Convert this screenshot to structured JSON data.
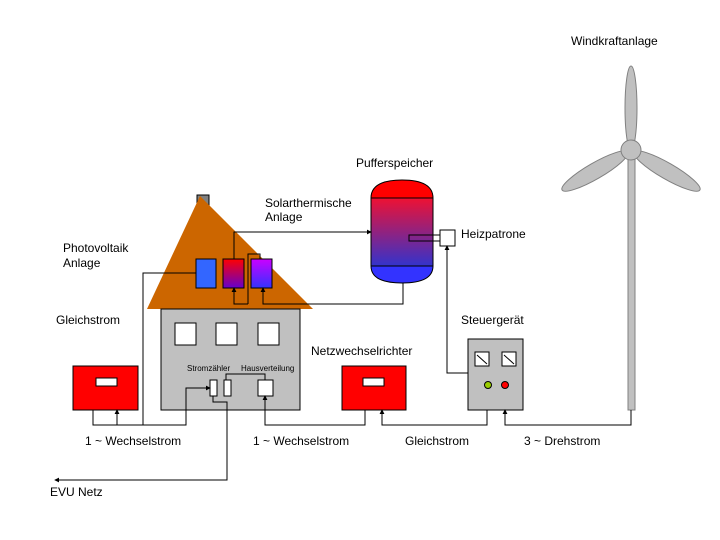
{
  "labels": {
    "windkraft": "Windkraftanlage",
    "puffer": "Pufferspeicher",
    "solar1": "Solarthermische",
    "solar2": "Anlage",
    "pv1": "Photovoltaik",
    "pv2": "Anlage",
    "heiz": "Heizpatrone",
    "gleich_left": "Gleichstrom",
    "steuer": "Steuergerät",
    "netzwr": "Netzwechselrichter",
    "stromzaehler": "Stromzähler",
    "hausverteilung": "Hausverteilung",
    "wechsel1": "1 ~ Wechselstrom",
    "wechsel2": "1 ~ Wechselstrom",
    "gleich_bottom": "Gleichstrom",
    "dreh": "3 ~ Drehstrom",
    "evu": "EVU Netz"
  },
  "colors": {
    "roof": "#cc6600",
    "wall": "#c0c0c0",
    "inverter": "#ff0000",
    "pv": "#3366ff",
    "tank_hot": "#ff0000",
    "tank_cold": "#3333ff",
    "turbine": "#c0c0c0"
  }
}
